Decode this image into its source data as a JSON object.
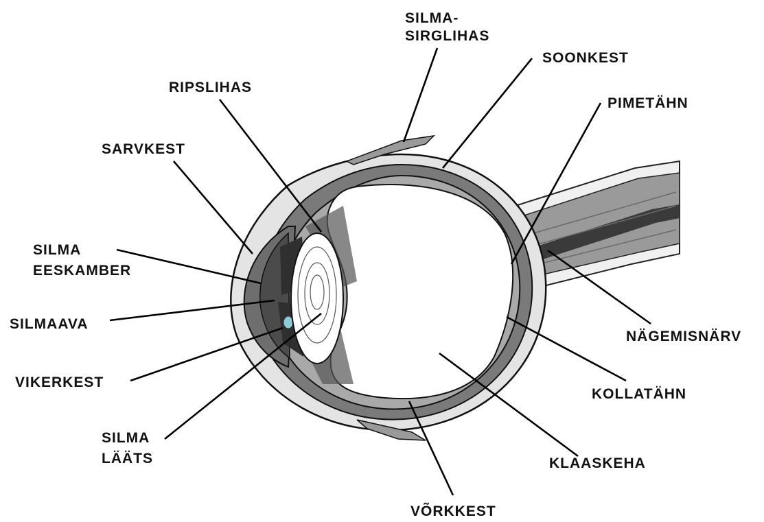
{
  "labels": {
    "silma_sirglihas_1": "SILMA-",
    "silma_sirglihas_2": "SIRGLIHAS",
    "soonkest": "SOONKEST",
    "ripslihas": "RIPSLIHAS",
    "pimetahn": "PIMETÄHN",
    "sarvkest": "SARVKEST",
    "silma_eeskamber_1": "SILMA",
    "silma_eeskamber_2": "EESKAMBER",
    "silmaava": "SILMAAVA",
    "vikerkest": "VIKERKEST",
    "silma_laats_1": "SILMA",
    "silma_laats_2": "LÄÄTS",
    "nagemisnarv": "NÄGEMISNÄRV",
    "kollatahn": "KOLLATÄHN",
    "klaaskeha": "KLAASKEHA",
    "vorkkest": "VÕRKKEST"
  },
  "colors": {
    "sclera": "#e4e4e4",
    "choroid": "#7a7a7a",
    "retina": "#a9a9a9",
    "vitreous": "#ffffff",
    "cornea": "#6e6e6e",
    "anterior_chamber": "#4b4b4b",
    "iris": "#2f2f2f",
    "lens": "#ffffff",
    "nerve": "#8a8a8a",
    "pupil_tint": "#8ec9d6"
  }
}
